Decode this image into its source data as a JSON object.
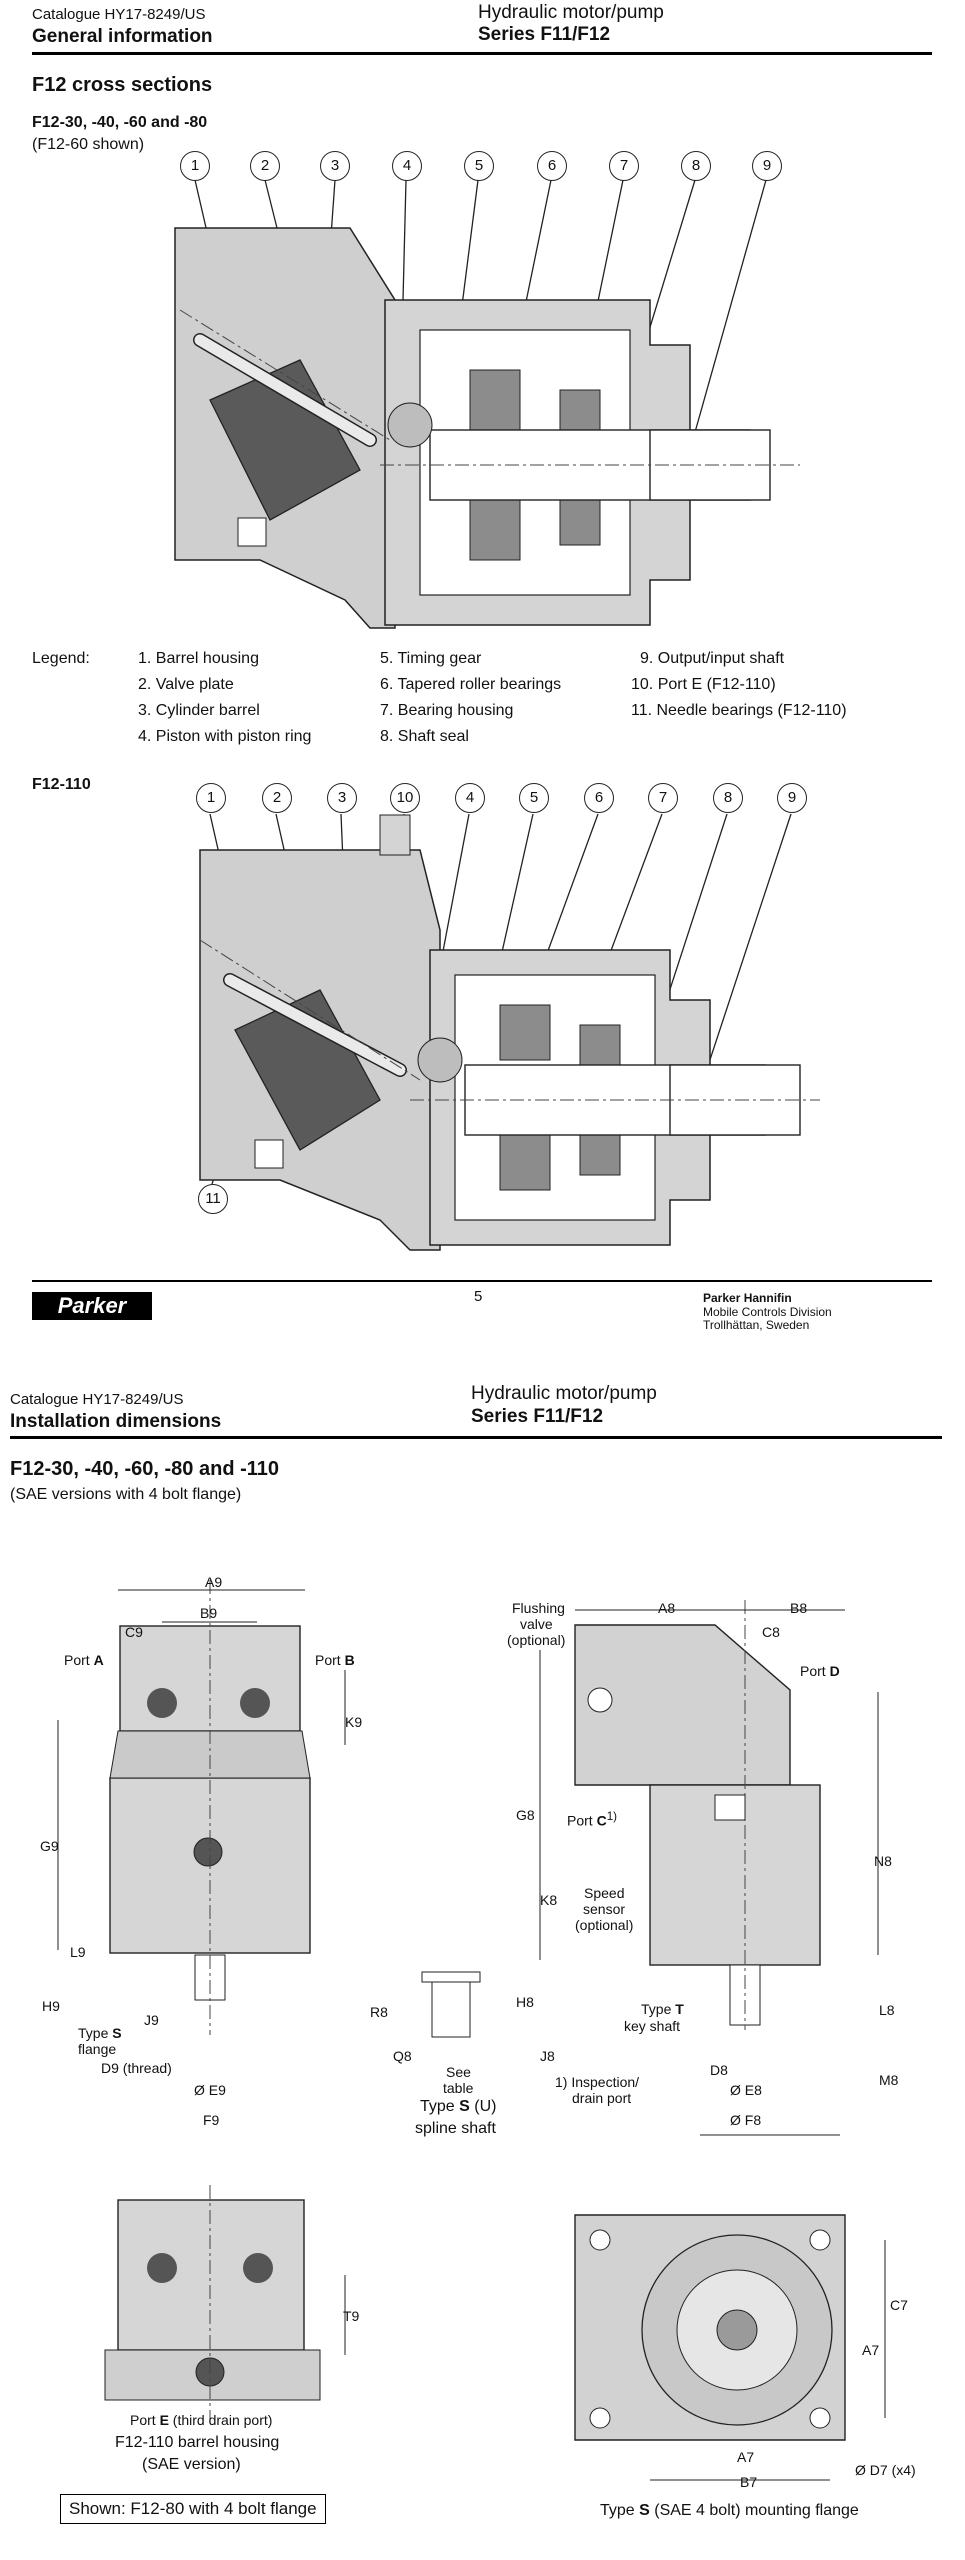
{
  "page1": {
    "catalogue": "Catalogue HY17-8249/US",
    "section": "General information",
    "product": "Hydraulic motor/pump",
    "series": "Series F11/F12",
    "title": "F12 cross sections",
    "subtitle1": "F12-30, -40, -60 and -80",
    "subtitle1_note": "(F12-60 shown)",
    "callouts1": [
      "1",
      "2",
      "3",
      "4",
      "5",
      "6",
      "7",
      "8",
      "9"
    ],
    "legend_label": "Legend:",
    "legend": [
      "1. Barrel housing",
      "2. Valve plate",
      "3. Cylinder barrel",
      "4. Piston with piston ring",
      "5. Timing gear",
      "6. Tapered roller bearings",
      "7. Bearing housing",
      "8. Shaft seal",
      "9. Output/input shaft",
      "10. Port E (F12-110)",
      "11. Needle bearings (F12-110)"
    ],
    "subtitle2": "F12-110",
    "callouts2": [
      "1",
      "2",
      "3",
      "10",
      "4",
      "5",
      "6",
      "7",
      "8",
      "9"
    ],
    "callout2_bottom": "11",
    "page_number": "5",
    "logo_text": "Parker",
    "company": "Parker Hannifin",
    "division": "Mobile Controls Division",
    "location": "Trollhättan, Sweden"
  },
  "page2": {
    "catalogue": "Catalogue HY17-8249/US",
    "section": "Installation dimensions",
    "product": "Hydraulic motor/pump",
    "series": "Series F11/F12",
    "title": "F12-30, -40, -60, -80 and -110",
    "subtitle": "(SAE versions with 4 bolt flange)",
    "left_view": {
      "A9": "A9",
      "B9": "B9",
      "C9": "C9",
      "port_a_prefix": "Port ",
      "port_a": "A",
      "port_b_prefix": "Port ",
      "port_b": "B",
      "K9": "K9",
      "G9": "G9",
      "L9": "L9",
      "H9": "H9",
      "J9": "J9",
      "type_s_prefix": "Type ",
      "type_s": "S",
      "flange": "flange",
      "D9": "D9 (thread)",
      "E9": "Ø E9",
      "F9": "F9"
    },
    "spline": {
      "R8": "R8",
      "Q8": "Q8",
      "see": "See",
      "table": "table",
      "type_prefix": "Type ",
      "type": "S",
      "type_u": " (U)",
      "desc": "spline shaft"
    },
    "right_view": {
      "flushing": "Flushing",
      "valve": "valve",
      "optional": "(optional)",
      "A8": "A8",
      "B8": "B8",
      "C8": "C8",
      "port_d_prefix": "Port ",
      "port_d": "D",
      "G8": "G8",
      "port_c_prefix": "Port ",
      "port_c": "C",
      "port_c_sup": "1)",
      "speed": "Speed",
      "sensor": "sensor",
      "sensor_opt": "(optional)",
      "K8": "K8",
      "N8": "N8",
      "H8": "H8",
      "J8": "J8",
      "L8": "L8",
      "M8": "M8",
      "type_t_prefix": "Type ",
      "type_t": "T",
      "key_shaft": "key shaft",
      "D8": "D8",
      "E8": "Ø E8",
      "F8": "Ø F8",
      "footnote1": "1) Inspection/",
      "footnote2": "drain port"
    },
    "bottom_left": {
      "T9": "T9",
      "port_e_prefix": "Port ",
      "port_e": "E",
      "port_e_suffix": " (third drain port)",
      "caption1": "F12-110 barrel housing",
      "caption2": "(SAE version)",
      "shown": "Shown: F12-80 with 4 bolt flange"
    },
    "bottom_right": {
      "C7": "C7",
      "A7_v": "A7",
      "A7_h": "A7",
      "B7": "B7",
      "D7": "Ø D7 (x4)",
      "caption_prefix": "Type ",
      "caption_type": "S",
      "caption_suffix": " (SAE 4 bolt) mounting flange"
    }
  }
}
